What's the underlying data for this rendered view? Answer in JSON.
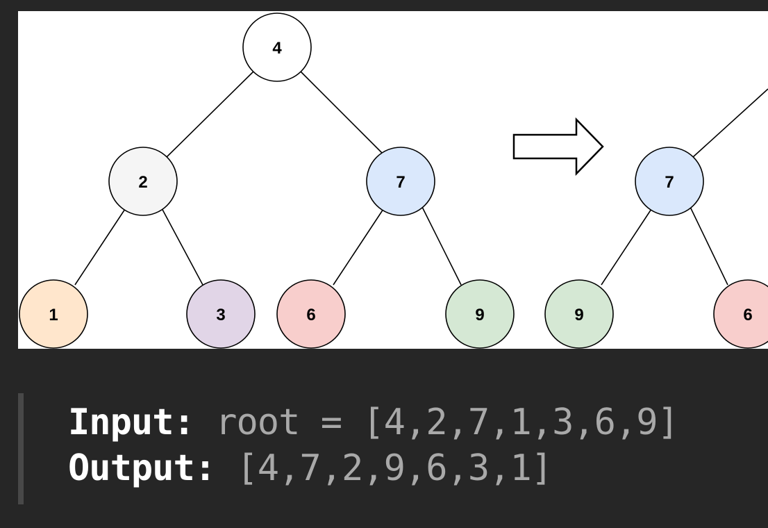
{
  "diagram": {
    "input_tree": {
      "root": "4",
      "level1": [
        "2",
        "7"
      ],
      "level2": [
        "1",
        "3",
        "6",
        "9"
      ]
    },
    "output_tree_visible": {
      "level1": [
        "7"
      ],
      "level2": [
        "9",
        "6"
      ]
    },
    "colors": {
      "node_root": "#ffffff",
      "node_2": "#f5f5f5",
      "node_7": "#dae8fc",
      "node_1": "#ffe6cc",
      "node_3": "#e1d5e7",
      "node_6": "#f8cecc",
      "node_9": "#d5e8d4",
      "stroke": "#000000"
    },
    "arrow_icon": "right-arrow"
  },
  "example": {
    "input_label": "Input:",
    "input_value": "root = [4,2,7,1,3,6,9]",
    "output_label": "Output:",
    "output_value": "[4,7,2,9,6,3,1]"
  }
}
